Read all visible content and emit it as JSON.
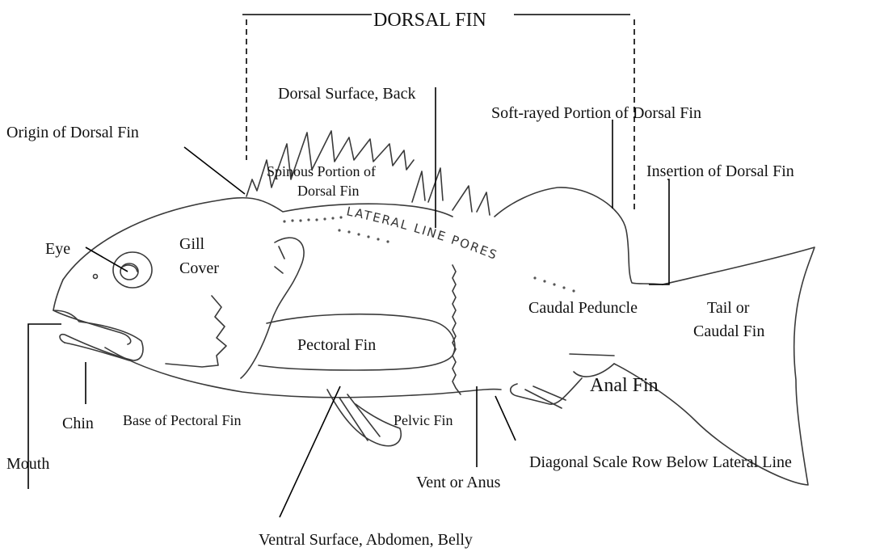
{
  "labels": {
    "dorsal_fin": "DORSAL FIN",
    "dorsal_surface": "Dorsal Surface, Back",
    "soft_rayed": "Soft-rayed Portion of Dorsal Fin",
    "origin_dorsal": "Origin of Dorsal Fin",
    "spinous_1": "Spinous Portion of",
    "spinous_2": "Dorsal Fin",
    "insertion": "Insertion of Dorsal Fin",
    "lateral_line": "LATERAL LINE PORES",
    "eye": "Eye",
    "gill_1": "Gill",
    "gill_2": "Cover",
    "caudal_peduncle": "Caudal Peduncle",
    "tail_1": "Tail or",
    "tail_2": "Caudal Fin",
    "pectoral": "Pectoral Fin",
    "anal": "Anal Fin",
    "chin": "Chin",
    "base_pectoral": "Base of Pectoral Fin",
    "pelvic": "Pelvic Fin",
    "mouth": "Mouth",
    "diagonal": "Diagonal Scale Row Below Lateral Line",
    "vent": "Vent or Anus",
    "ventral": "Ventral Surface, Abdomen, Belly"
  }
}
